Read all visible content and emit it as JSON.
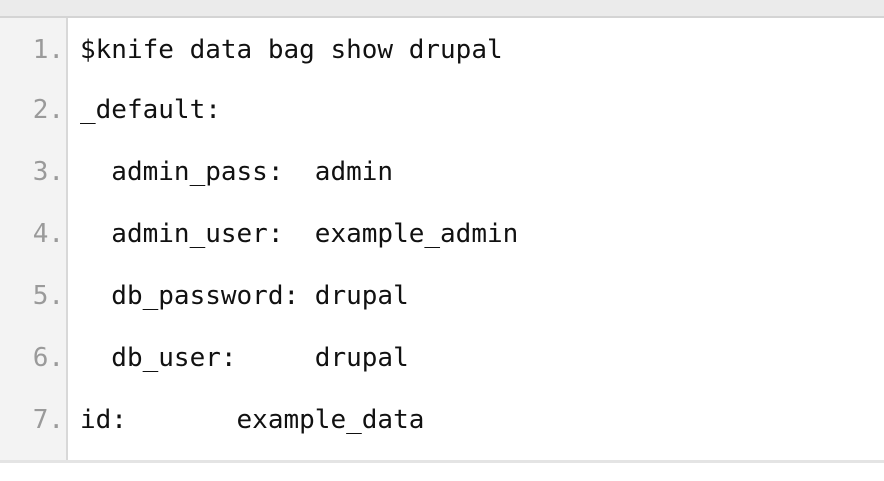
{
  "code_block": {
    "lines": [
      {
        "number": "1.",
        "text": "$knife data bag show drupal"
      },
      {
        "number": "2.",
        "text": "_default:"
      },
      {
        "number": "3.",
        "text": "  admin_pass:  admin"
      },
      {
        "number": "4.",
        "text": "  admin_user:  example_admin"
      },
      {
        "number": "5.",
        "text": "  db_password: drupal"
      },
      {
        "number": "6.",
        "text": "  db_user:     drupal"
      },
      {
        "number": "7.",
        "text": "id:       example_data"
      }
    ]
  }
}
